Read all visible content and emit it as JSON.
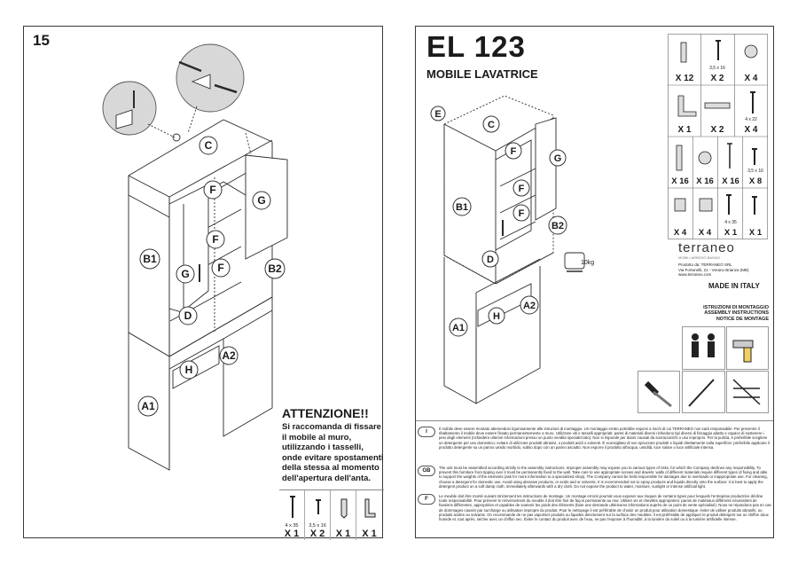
{
  "left_page": {
    "page_number": "15",
    "labels": {
      "C": "C",
      "F": "F",
      "G": "G",
      "B1": "B1",
      "B2": "B2",
      "D": "D",
      "H": "H",
      "A1": "A1",
      "A2": "A2"
    },
    "warning": {
      "title": "ATTENZIONE!!",
      "body": "Si raccomanda di fissare il mobile al muro, utilizzando i tasselli, onde evitare spostamenti della stessa al momento dell'apertura dell'anta."
    },
    "hardware": [
      {
        "size": "4 x 35",
        "qty": "X 1"
      },
      {
        "size": "3,5 x 16",
        "qty": "X 2"
      },
      {
        "size": "",
        "qty": "X 1"
      },
      {
        "size": "",
        "qty": "X 1"
      }
    ]
  },
  "right_page": {
    "title": "EL 123",
    "subtitle": "MOBILE LAVATRICE",
    "labels": {
      "E": "E",
      "C": "C",
      "F": "F",
      "G": "G",
      "B1": "B1",
      "B2": "B2",
      "D": "D",
      "H": "H",
      "A1": "A1",
      "A2": "A2",
      "weight": "10kg"
    },
    "parts_grid": {
      "rows": [
        [
          {
            "qty": "X 12",
            "size": ""
          },
          {
            "qty": "X 2",
            "size": "3,5 x 16"
          },
          {
            "qty": "X 4",
            "size": ""
          }
        ],
        [
          {
            "qty": "X 1",
            "size": ""
          },
          {
            "qty": "X 2",
            "size": ""
          },
          {
            "qty": "X 4",
            "size": "4 x 22"
          }
        ],
        [
          {
            "qty": "X 16",
            "size": ""
          },
          {
            "qty": "X 16",
            "size": ""
          },
          {
            "qty": "X 16",
            "size": ""
          },
          {
            "qty": "X 8",
            "size": "3,5 x 16"
          }
        ],
        [
          {
            "qty": "X 4",
            "size": ""
          },
          {
            "qty": "X 4",
            "size": ""
          },
          {
            "qty": "X 1",
            "size": "4 x 35"
          },
          {
            "qty": "X 1",
            "size": ""
          }
        ]
      ]
    },
    "brand": "terraneo",
    "brand_tag": "MOBILI ARREDO BAGNO",
    "producer": [
      "Prodotto da: TERRANEO SRL",
      "Via Fortunelli, 21 - Verano Brianza (MB)",
      "www.terraneo.com"
    ],
    "made_in": "MADE IN ITALY",
    "instructions": [
      "ISTRUZIONI DI MONTAGGIO",
      "ASSEMBLY INSTRUCTIONS",
      "NOTICE DE MONTAGE"
    ],
    "notes": [
      {
        "code": "I",
        "text": "Il mobile deve essere montato attenendosi rigorosamente alle istruzioni di montaggio. Un montaggio errato potrebbe esporvi a rischi di cui TERRANEO non sarà responsabile. Per prevenire il ribaltamento il mobile deve essere fissato permanentemente a muro. Utilizzare viti e tasselli appropriati: pareti di materiali diversi richiedono tipi diversi di fissaggio adatto e capace di sostenere i pesi degli elementi (richiedere ulteriori informazioni presso un punto vendita specializzato). Non si risponde per danni causati da sovraccarichi o uso improprio. Per la pulizia, è preferibile scegliere un detergente per uso domestico; evitare di utilizzare prodotti abrasivi, o prodotti acidi o solventi. È sconsigliato di non spruzzare prodotti e liquidi direttamente sulla superficie: preferibile applicare il prodotto detergente su un panno umido morbido, subito dopo con un panno asciutto. Non esporre il prodotto all'acqua, umidità, luce solare o luce artificiale intensa."
      },
      {
        "code": "GB",
        "text": "The unit must be assembled according strictly to the assembly instructions. Improper assembly may expose you to various types of risks, for which the Company declines any responsibility. To prevent this furniture from tipping over it must be permanently fixed to the wall. Take care to use appropriate screws and dowels: walls of different materials require different types of fixing and able to support the weights of the elements (ask for more information to a specialized shop). The Company cannot be held responsible for damages due to overloads or inappropriate use. For cleaning, choose a detergent for domestic use. Avoid using abrasive products, or acids and or solvents. It is recommended not to spray products and liquids directly onto the surface: it is best to apply the detergent product on a soft damp cloth, immediately afterwards with a dry cloth. Do not expose the product to water, moisture, sunlight or intense artificial light."
      },
      {
        "code": "F",
        "text": "Le meuble doit être monté suivant strictement les instructions de montage. Un montage erroné pourrait vous exposer aux risques de certains types pour lesquels l'entreprise productrice décline toute responsabilité. Pour prévenir le renversement du meuble il doit être fixé de façon permanente au mur. Utiliser vis et chevilles appropriées: parois de matériaux différents nécessitent de fixations différentes, appropriées et capables de soutenir les poids des éléments (faire une demande ultérieures informations auprès de un point de vente spécialisé). Nous ne répondons pas en cas de dommages causés par surcharge ou utilisation impropre du produit. Pour le nettoyage il est préférable de choisir un produit pour utilisation domestique: éviter de utiliser produits abrasifs, ou produits acides ou solvants. On recommande de ne pas vaporiser produits ou liquides directement sur la surface des meubles: il est préférable de appliquer le produit détergent sur un chiffon doux humide et, tout après, sécher avec un chiffon sec. Éviter le contact du produit avec de l'eau, ne pas l'exposer à l'humidité, à la lumière du soleil ou à la lumière artificielle intense."
      }
    ]
  }
}
